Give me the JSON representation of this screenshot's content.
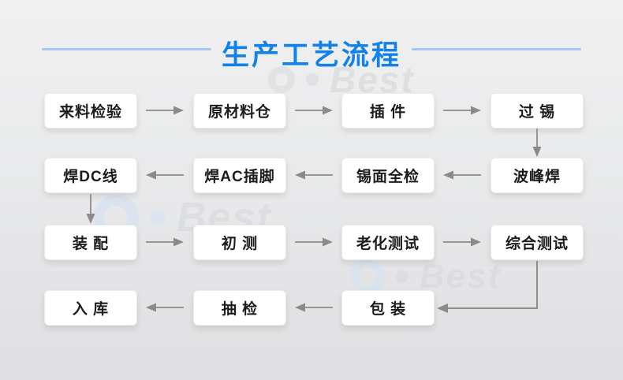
{
  "header": {
    "title": "生产工艺流程"
  },
  "watermark": {
    "text": "Best"
  },
  "flow": {
    "steps": [
      {
        "id": "incoming-inspection",
        "label": "来料检验",
        "row": 1,
        "col": 1
      },
      {
        "id": "raw-material-warehouse",
        "label": "原材料仓",
        "row": 1,
        "col": 2
      },
      {
        "id": "component-insertion",
        "label": "插 件",
        "row": 1,
        "col": 3
      },
      {
        "id": "tinning",
        "label": "过 锡",
        "row": 1,
        "col": 4
      },
      {
        "id": "wave-soldering",
        "label": "波峰焊",
        "row": 2,
        "col": 4
      },
      {
        "id": "solder-surface-full-inspection",
        "label": "锡面全检",
        "row": 2,
        "col": 3
      },
      {
        "id": "solder-ac-pins",
        "label": "焊AC插脚",
        "row": 2,
        "col": 2
      },
      {
        "id": "solder-dc-wire",
        "label": "焊DC线",
        "row": 2,
        "col": 1
      },
      {
        "id": "assembly",
        "label": "装 配",
        "row": 3,
        "col": 1
      },
      {
        "id": "initial-test",
        "label": "初 测",
        "row": 3,
        "col": 2
      },
      {
        "id": "aging-test",
        "label": "老化测试",
        "row": 3,
        "col": 3
      },
      {
        "id": "comprehensive-test",
        "label": "综合测试",
        "row": 3,
        "col": 4
      },
      {
        "id": "packaging",
        "label": "包 装",
        "row": 4,
        "col": 3
      },
      {
        "id": "sampling-inspection",
        "label": "抽 检",
        "row": 4,
        "col": 2
      },
      {
        "id": "warehousing",
        "label": "入 库",
        "row": 4,
        "col": 1
      }
    ],
    "edges": [
      {
        "from": "incoming-inspection",
        "to": "raw-material-warehouse"
      },
      {
        "from": "raw-material-warehouse",
        "to": "component-insertion"
      },
      {
        "from": "component-insertion",
        "to": "tinning"
      },
      {
        "from": "tinning",
        "to": "wave-soldering"
      },
      {
        "from": "wave-soldering",
        "to": "solder-surface-full-inspection"
      },
      {
        "from": "solder-surface-full-inspection",
        "to": "solder-ac-pins"
      },
      {
        "from": "solder-ac-pins",
        "to": "solder-dc-wire"
      },
      {
        "from": "solder-dc-wire",
        "to": "assembly"
      },
      {
        "from": "assembly",
        "to": "initial-test"
      },
      {
        "from": "initial-test",
        "to": "aging-test"
      },
      {
        "from": "aging-test",
        "to": "comprehensive-test"
      },
      {
        "from": "comprehensive-test",
        "to": "packaging"
      },
      {
        "from": "packaging",
        "to": "sampling-inspection"
      },
      {
        "from": "sampling-inspection",
        "to": "warehousing"
      }
    ]
  },
  "colors": {
    "title_blue": "#1282e8",
    "divider_blue": "#a5c8ec",
    "arrow_gray": "#8e8e8e",
    "box_bg": "#ffffff",
    "box_text": "#1c1c1c"
  }
}
